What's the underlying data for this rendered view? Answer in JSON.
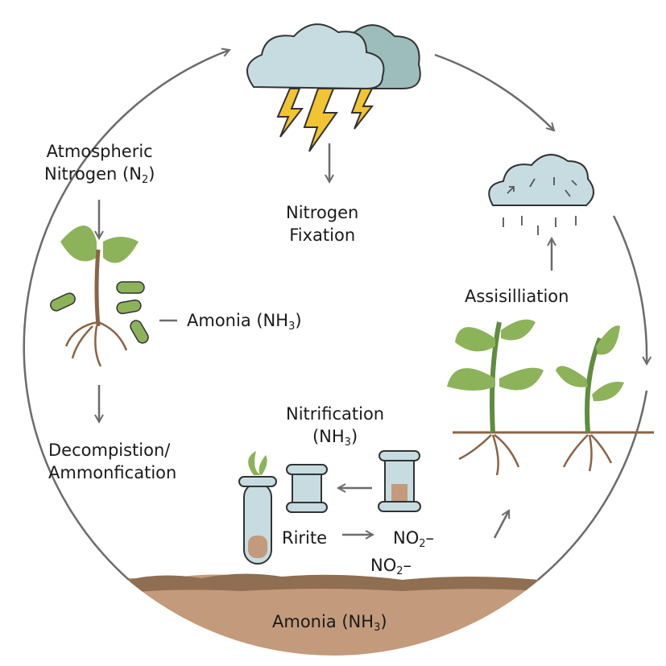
{
  "labels": {
    "atmospheric": {
      "line1": "Atmospheric",
      "line2": "Nitrogen (N",
      "sub": "2",
      "close": ")"
    },
    "fixation": {
      "line1": "Nitrogen",
      "line2": "Fixation"
    },
    "ammonia_root": {
      "text": "Amonia (NH",
      "sub": "3",
      "close": ")"
    },
    "decomposition": {
      "line1": "Decompistion/",
      "line2": "Ammonfication"
    },
    "assimilation": {
      "text": "Assisilliation"
    },
    "nitrification": {
      "line1": "Nitrification",
      "line2": "(NH",
      "sub": "3",
      "close": ")"
    },
    "ririte": {
      "text": "Ririte"
    },
    "no2_a": {
      "text": "NO",
      "sub": "2",
      "sup": "–"
    },
    "no2_b": {
      "text": "NO",
      "sub": "2",
      "sup": "–"
    },
    "soil": {
      "text": "Amonia (NH",
      "sub": "3",
      "close": ")"
    }
  },
  "colors": {
    "leaf": "#8db35a",
    "root": "#8b6446",
    "cloud": "#c6dce1",
    "cloud_dark": "#9dbdbc",
    "lightning": "#f2c434",
    "soil_top": "#8f6e51",
    "soil": "#c39a7c",
    "arrow": "#6b6b6b"
  }
}
